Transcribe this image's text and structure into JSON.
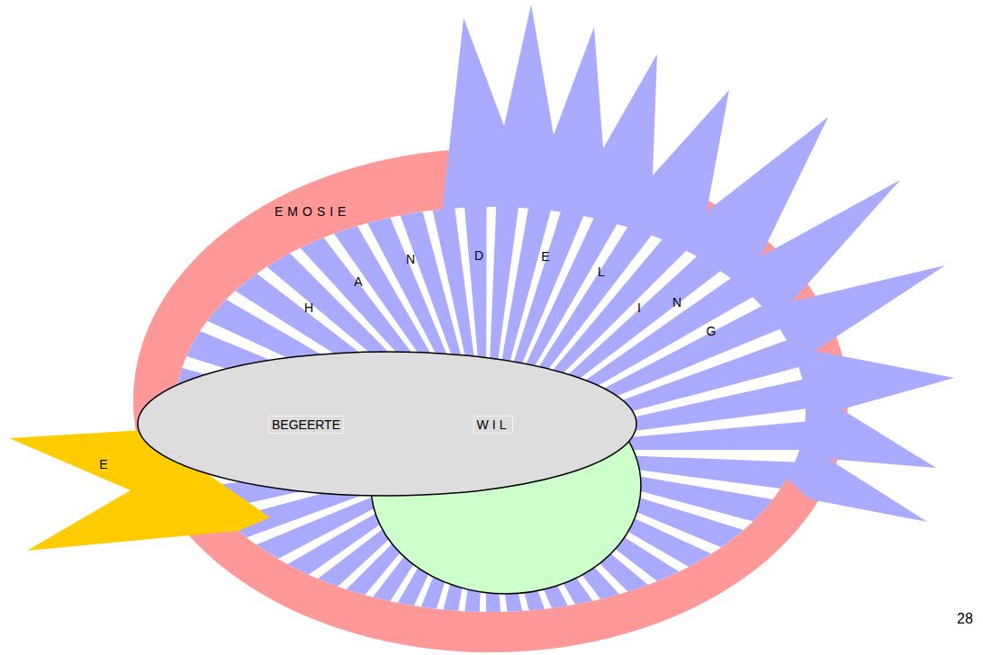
{
  "diagram": {
    "nodes": [
      {
        "text": [
          "EMOSIE"
        ]
      },
      {
        "text": [
          "BEGEERTE",
          "WIL"
        ],
        "in": 0
      },
      {
        "text": [
          "E"
        ]
      }
    ],
    "labels": [
      "H",
      "A",
      "N",
      "D",
      "E",
      "L",
      "I",
      "N",
      "G",
      "28"
    ]
  }
}
